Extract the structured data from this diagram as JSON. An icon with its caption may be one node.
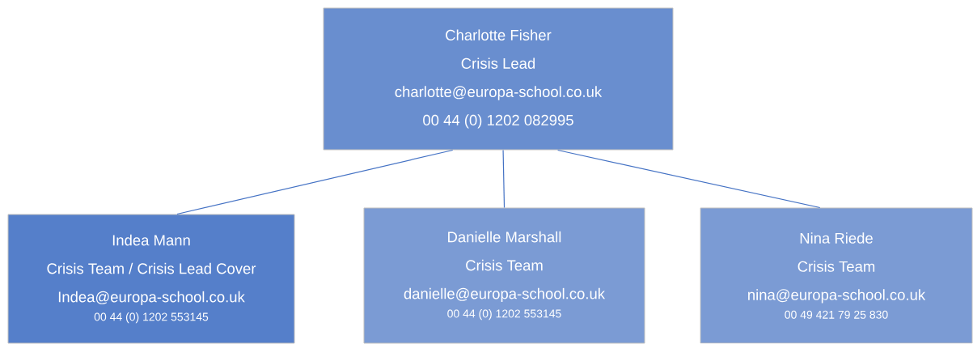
{
  "diagram": {
    "nodes": [
      {
        "text": [
          "Charlotte Fisher",
          "Crisis Lead",
          "charlotte@europa-school.co.uk",
          "00 44 (0) 1202 082995"
        ]
      },
      {
        "text": [
          "Indea Mann",
          "Crisis Team / Crisis Lead Cover",
          "Indea@europa-school.co.uk",
          "00 44 (0) 1202 553145"
        ]
      },
      {
        "text": [
          "Danielle Marshall",
          "Crisis Team",
          "danielle@europa-school.co.uk",
          "00 44 (0) 1202 553145"
        ]
      },
      {
        "text": [
          "Nina Riede",
          "Crisis Team",
          "nina@europa-school.co.uk",
          "00 49 421 79 25 830"
        ]
      }
    ],
    "edges": [
      {
        "from": 0,
        "to": 1,
        "arrow": "none"
      },
      {
        "from": 0,
        "to": 2,
        "arrow": "none"
      },
      {
        "from": 0,
        "to": 3,
        "arrow": "none"
      }
    ]
  }
}
